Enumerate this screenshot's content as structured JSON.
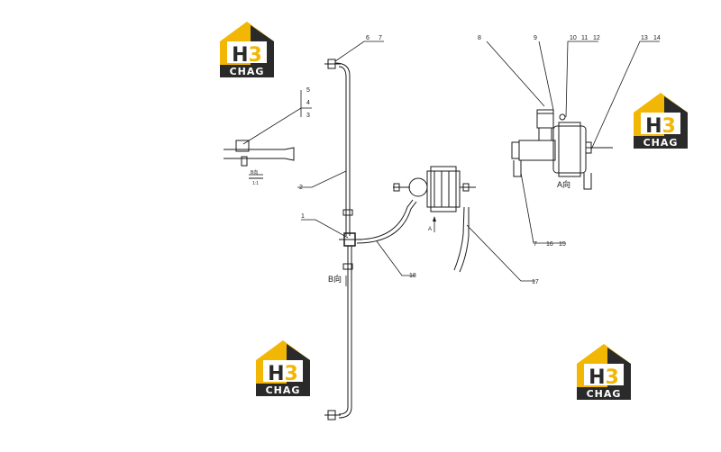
{
  "logo": {
    "mark": "H3",
    "word": "CHAG",
    "accent": "#f2b705",
    "dark": "#2a2a2a"
  },
  "callouts": {
    "c1": "1",
    "c2": "2",
    "c4": "4",
    "c5": "5",
    "c6": "6",
    "c7a": "7",
    "c7b": "7",
    "c8": "8",
    "c9": "9",
    "c10": "10",
    "c11": "11",
    "c12": "12",
    "c13": "13",
    "c14": "14",
    "c15": "15",
    "c16": "16",
    "c17": "17",
    "c18": "18",
    "c3": "3"
  },
  "views": {
    "a_view": "A向",
    "b_view": "B向",
    "a_arrow": "A",
    "b_section_top": "B向",
    "b_section_scale": "1:1"
  },
  "colors": {
    "line": "#1a1a1a",
    "background": "#ffffff"
  }
}
